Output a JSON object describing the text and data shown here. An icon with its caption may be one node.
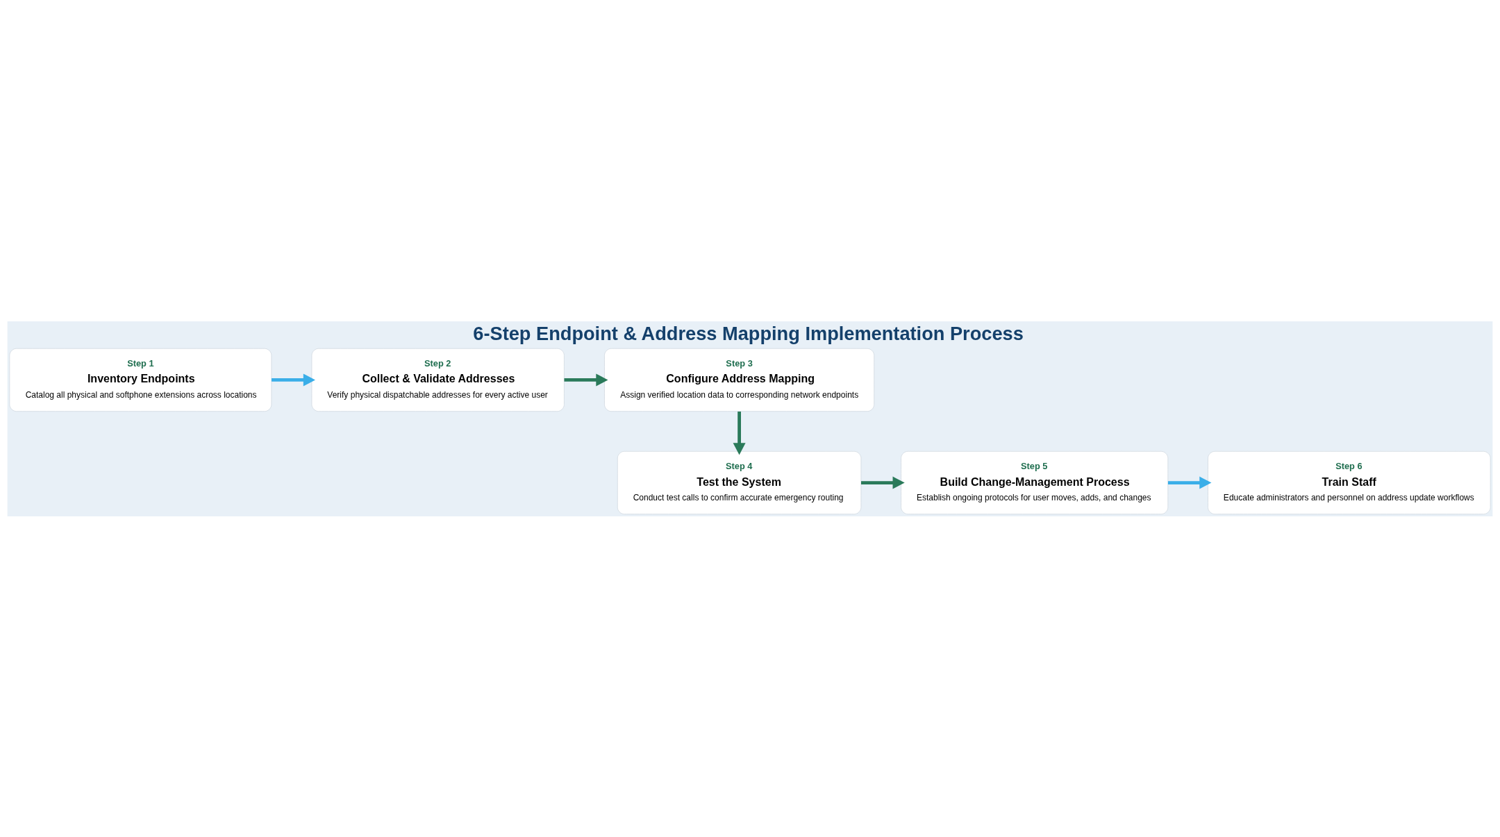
{
  "diagram": {
    "title": "6-Step Endpoint & Address Mapping Implementation Process",
    "nodes": [
      {
        "text": [
          "Step 1",
          "Inventory Endpoints",
          "Catalog all physical and softphone extensions across locations"
        ]
      },
      {
        "text": [
          "Step 2",
          "Collect & Validate Addresses",
          "Verify physical dispatchable addresses for every active user"
        ]
      },
      {
        "text": [
          "Step 3",
          "Configure Address Mapping",
          "Assign verified location data to corresponding network endpoints"
        ]
      },
      {
        "text": [
          "Step 4",
          "Test the System",
          "Conduct test calls to confirm accurate emergency routing"
        ]
      },
      {
        "text": [
          "Step 5",
          "Build Change-Management Process",
          "Establish ongoing protocols for user moves, adds, and changes"
        ]
      },
      {
        "text": [
          "Step 6",
          "Train Staff",
          "Educate administrators and personnel on address update workflows"
        ]
      }
    ],
    "edges": [
      {
        "from": 0,
        "to": 1,
        "arrow": "to",
        "color": "#3aaee8"
      },
      {
        "from": 1,
        "to": 2,
        "arrow": "to",
        "color": "#2a7a5a"
      },
      {
        "from": 2,
        "to": 3,
        "arrow": "to",
        "color": "#2a7a5a"
      },
      {
        "from": 3,
        "to": 4,
        "arrow": "to",
        "color": "#2a7a5a"
      },
      {
        "from": 4,
        "to": 5,
        "arrow": "to",
        "color": "#3aaee8"
      }
    ]
  }
}
